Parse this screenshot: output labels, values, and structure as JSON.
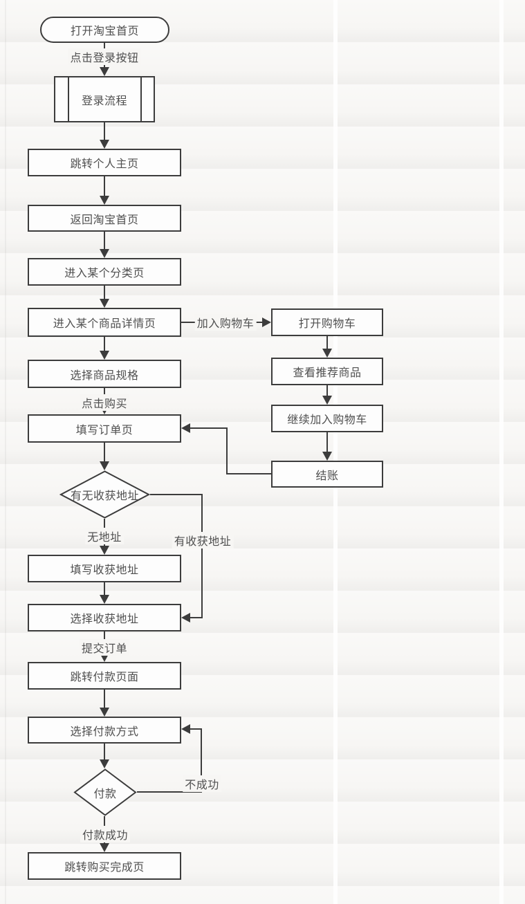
{
  "diagram": {
    "type": "flowchart",
    "language": "zh-CN",
    "colors": {
      "background": "#f7f6f4",
      "stroke": "#3c3c3c",
      "node_fill": "#fdfdfd",
      "text": "#4f4f4f"
    }
  },
  "nodes": {
    "start": "打开淘宝首页",
    "login_process": "登录流程",
    "goto_profile": "跳转个人主页",
    "back_home": "返回淘宝首页",
    "category_page": "进入某个分类页",
    "product_detail": "进入某个商品详情页",
    "select_spec": "选择商品规格",
    "fill_order": "填写订单页",
    "address_decision": "有无收获地址",
    "fill_address": "填写收获地址",
    "select_address": "选择收获地址",
    "goto_payment": "跳转付款页面",
    "select_payment": "选择付款方式",
    "pay_decision": "付款",
    "purchase_done": "跳转购买完成页",
    "open_cart": "打开购物车",
    "view_recommended": "查看推荐商品",
    "continue_add_cart": "继续加入购物车",
    "checkout": "结账"
  },
  "edge_labels": {
    "click_login": "点击登录按钮",
    "add_to_cart": "加入购物车",
    "click_buy": "点击购买",
    "no_address": "无地址",
    "has_address": "有收获地址",
    "submit_order": "提交订单",
    "pay_fail": "不成功",
    "pay_success": "付款成功"
  }
}
